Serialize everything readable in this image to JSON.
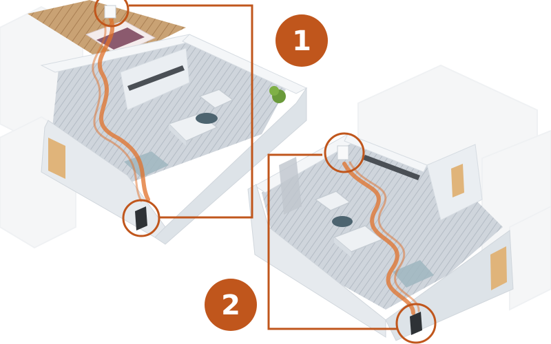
{
  "colors": {
    "accent": "#c0561c",
    "airflow": "#e0702a",
    "wall_top": "#f4f6f8",
    "wall_side": "#dde3e8",
    "floor": "#c7ced6",
    "parquet": "#c9a274",
    "door": "#e0b47a",
    "ghost_room": "#eef0f2"
  },
  "steps": [
    {
      "label": "1",
      "icon": "circle-badge"
    },
    {
      "label": "2",
      "icon": "circle-badge"
    }
  ],
  "scene": {
    "icons": [
      "ventilation-unit-icon",
      "air-vent-icon",
      "airflow-arrow",
      "sofa-icon",
      "armchair-icon",
      "coffee-table-icon",
      "bed-icon",
      "plant-icon",
      "door-icon"
    ]
  }
}
